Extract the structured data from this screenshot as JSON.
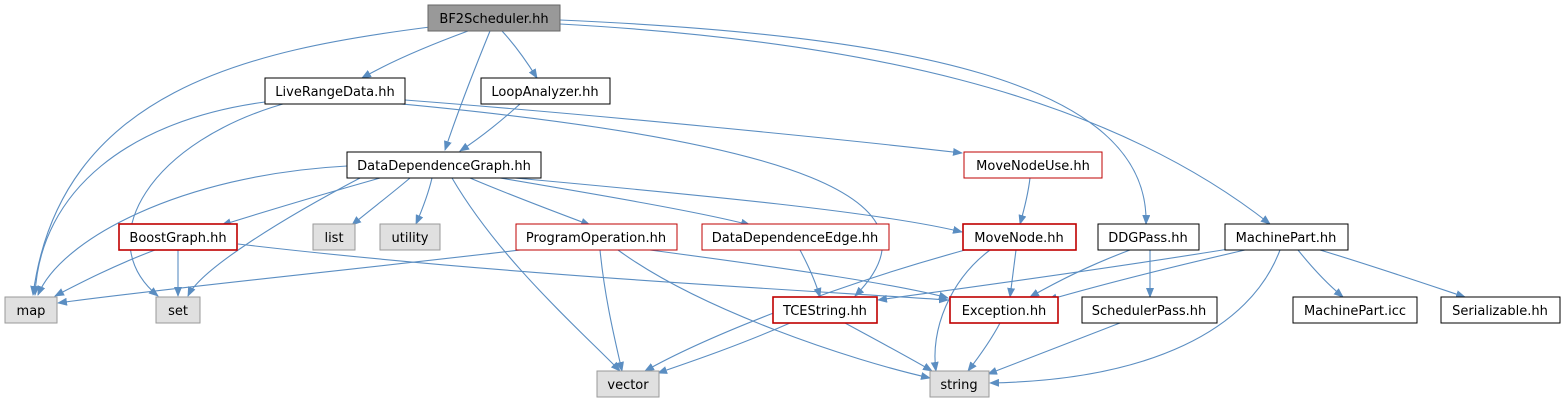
{
  "nodes": {
    "bf2scheduler": "BF2Scheduler.hh",
    "liverangedata": "LiveRangeData.hh",
    "loopanalyzer": "LoopAnalyzer.hh",
    "datadependencegraph": "DataDependenceGraph.hh",
    "movenodeuse": "MoveNodeUse.hh",
    "boostgraph": "BoostGraph.hh",
    "list": "list",
    "utility": "utility",
    "programoperation": "ProgramOperation.hh",
    "datadependenceedge": "DataDependenceEdge.hh",
    "movenode": "MoveNode.hh",
    "ddgpass": "DDGPass.hh",
    "machinepart": "MachinePart.hh",
    "map": "map",
    "set": "set",
    "tcestring": "TCEString.hh",
    "exception": "Exception.hh",
    "schedulerpass": "SchedulerPass.hh",
    "machinepart_icc": "MachinePart.icc",
    "serializable": "Serializable.hh",
    "vector": "vector",
    "string": "string"
  },
  "colors": {
    "edge": "#5b8ec2",
    "root_fill": "#999999",
    "gray_fill": "#e0e0e0",
    "red_border": "#bf0000"
  }
}
